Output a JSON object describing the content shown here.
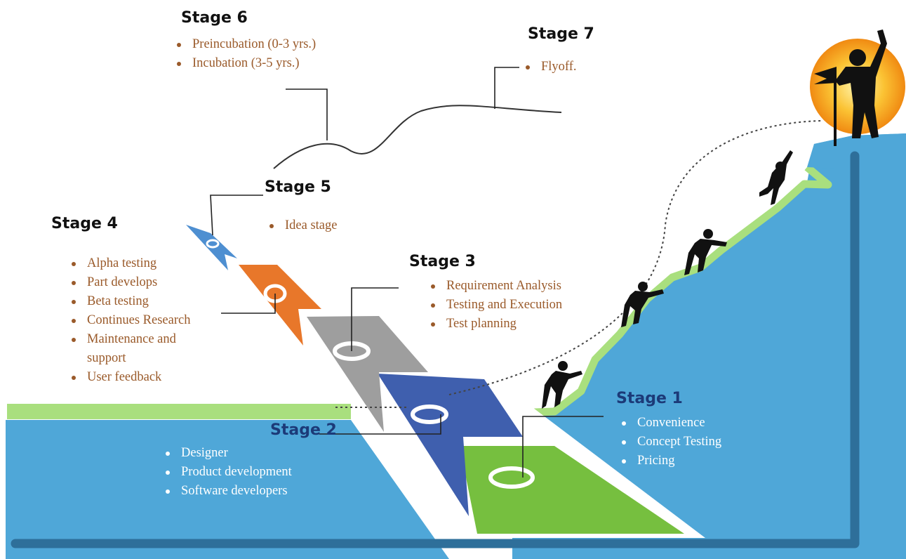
{
  "stages": {
    "s1": {
      "title": "Stage 1",
      "items": [
        "Convenience",
        "Concept Testing",
        "Pricing"
      ]
    },
    "s2": {
      "title": "Stage 2",
      "items": [
        "Designer",
        "Product development",
        "Software developers"
      ]
    },
    "s3": {
      "title": "Stage 3",
      "items": [
        "Requirement Analysis",
        "Testing and Execution",
        "Test planning"
      ]
    },
    "s4": {
      "title": "Stage 4",
      "items": [
        "Alpha testing",
        "Part develops",
        "Beta testing",
        "Continues Research",
        "Maintenance and support",
        "User feedback"
      ]
    },
    "s5": {
      "title": "Stage 5",
      "items": [
        "Idea stage"
      ]
    },
    "s6": {
      "title": "Stage 6",
      "items": [
        "Preincubation (0-3 yrs.)",
        "Incubation (3-5 yrs.)"
      ]
    },
    "s7": {
      "title": "Stage 7",
      "items": [
        "Flyoff."
      ]
    }
  },
  "colors": {
    "water": "#4fa7d8",
    "water_dark": "#2e6f9a",
    "grass": "#a9df7e",
    "sun": "#f5a51c",
    "green_step": "#76bf3f",
    "blue_step": "#3f5fae",
    "gray_step": "#9e9e9e",
    "orange_step": "#e8772a",
    "light_blue_step": "#4e8fd1",
    "text_brown": "#9a5a2a"
  }
}
